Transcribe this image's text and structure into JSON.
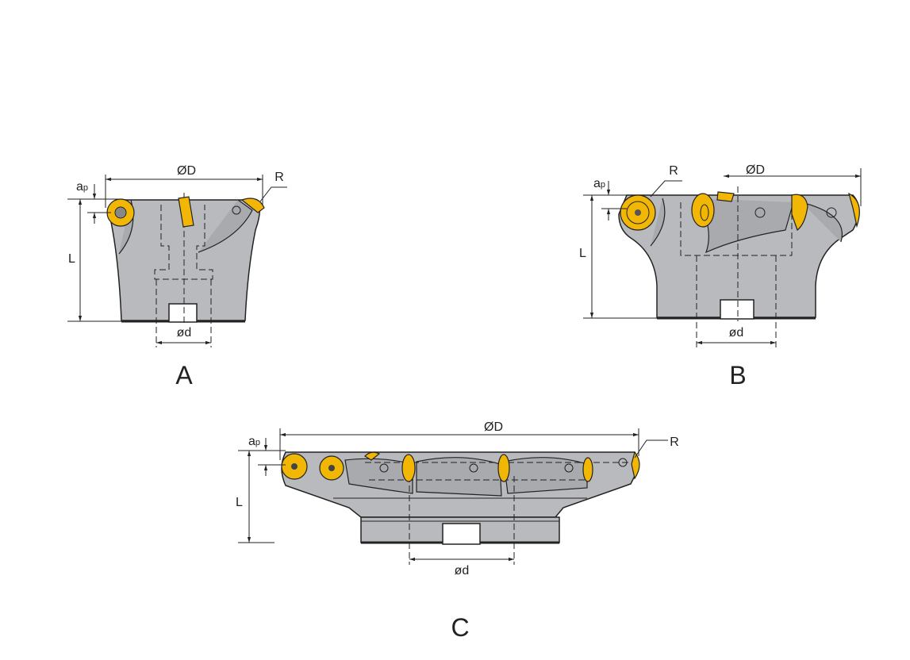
{
  "labels": {
    "outer_diameter": "ØD",
    "radius": "R",
    "depth_a": "a",
    "depth_p": "p",
    "length": "L",
    "bore_diameter": "ød"
  },
  "variants": [
    {
      "id": "A"
    },
    {
      "id": "B"
    },
    {
      "id": "C"
    }
  ],
  "colors": {
    "body": "#b9babd",
    "insert": "#f2b705",
    "line": "#222222"
  }
}
